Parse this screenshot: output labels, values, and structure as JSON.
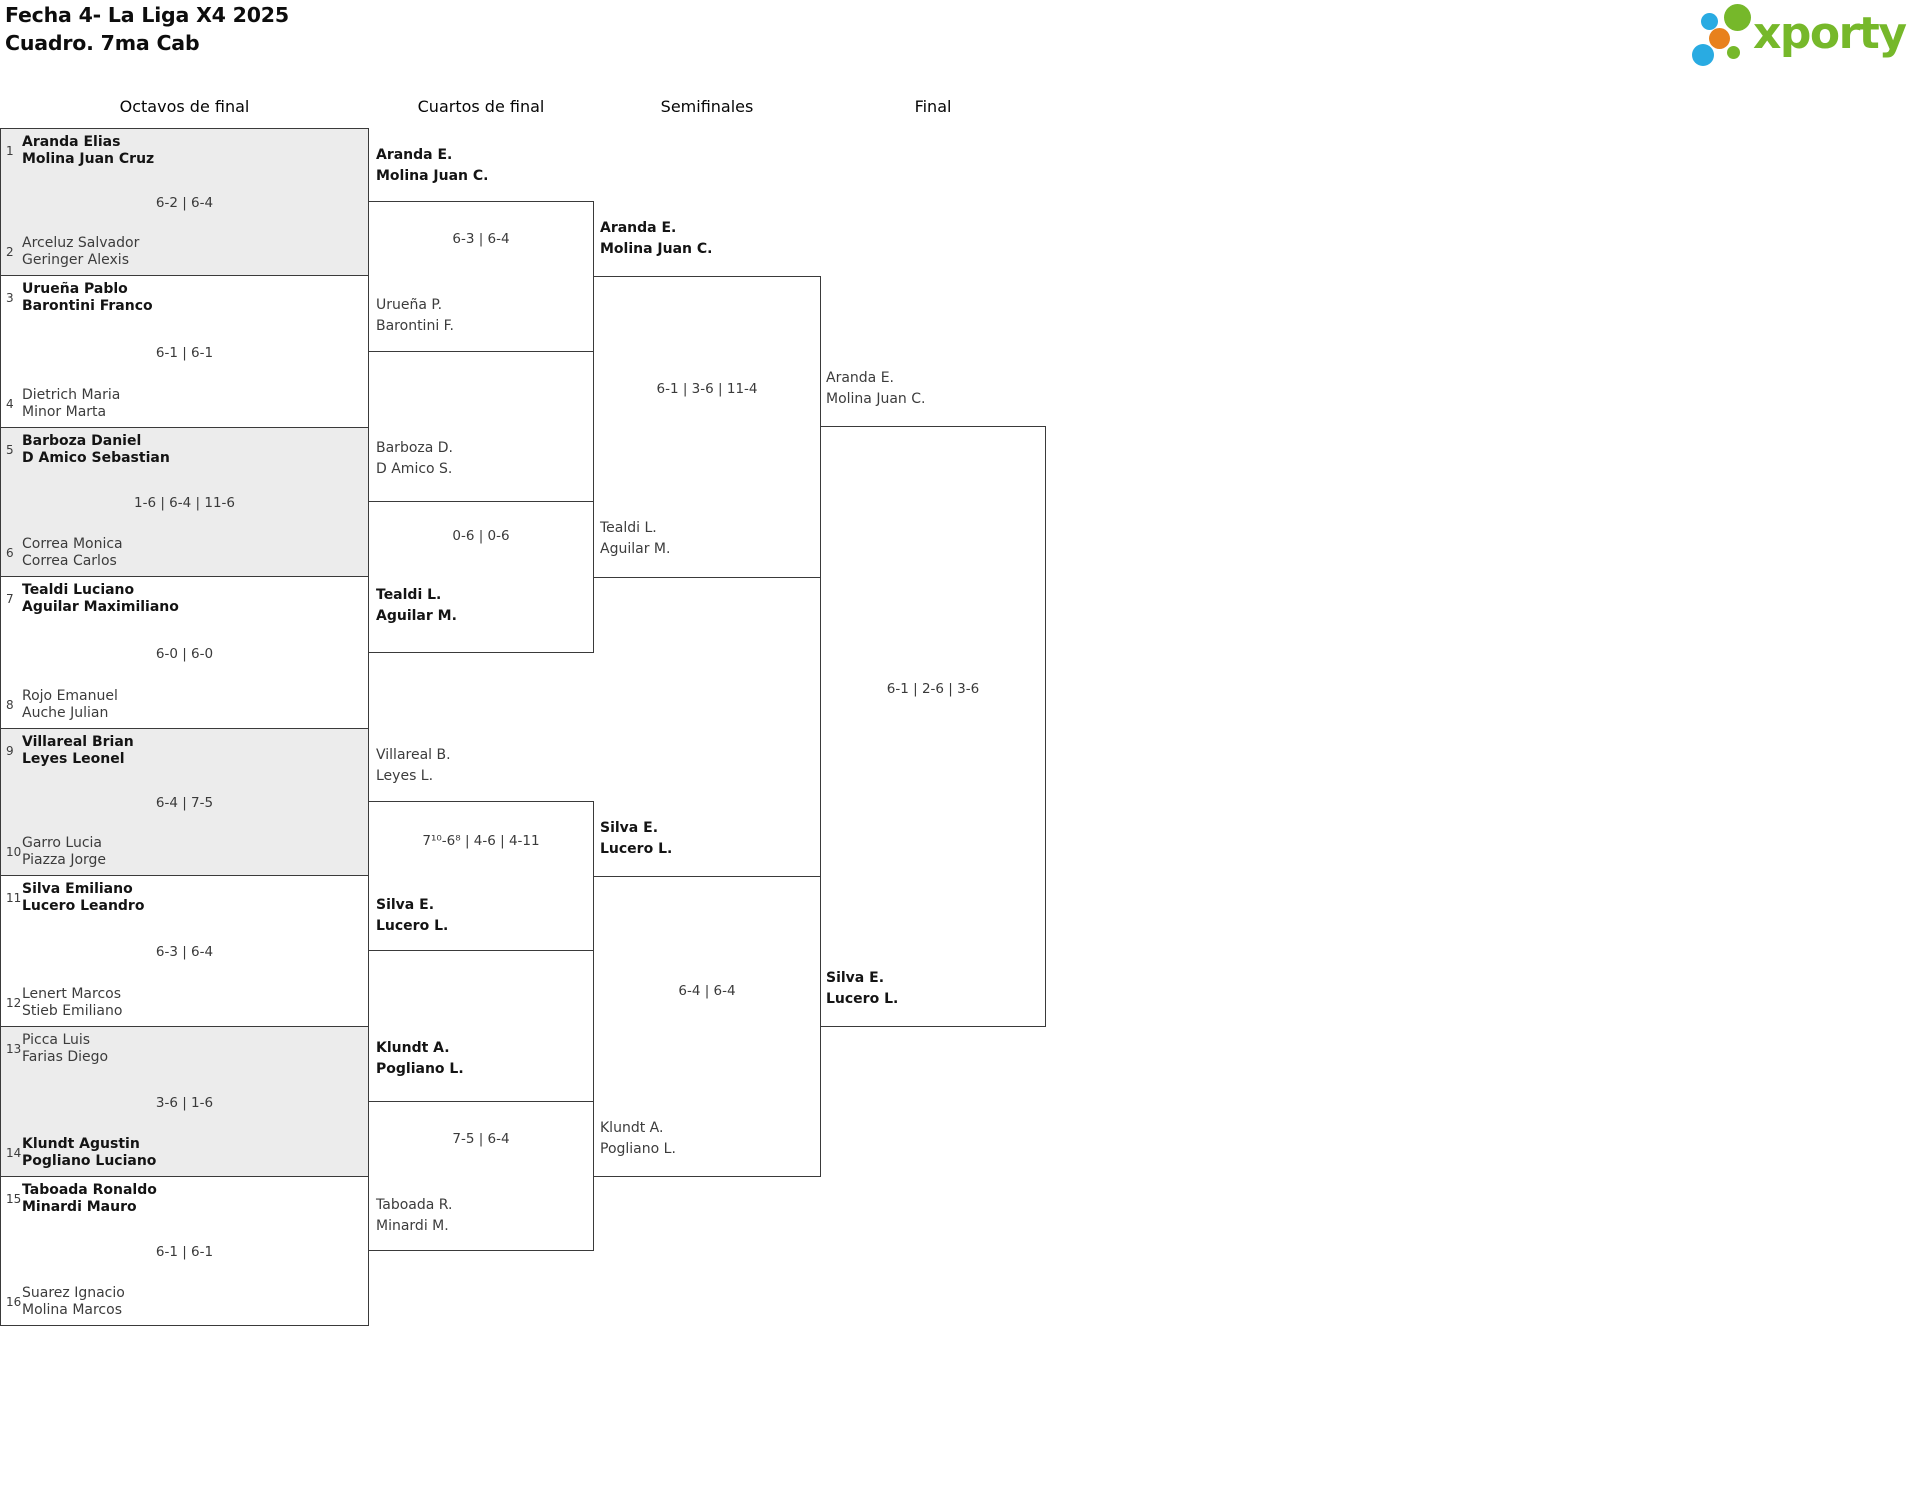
{
  "title": {
    "line1": "Fecha 4- La Liga X4 2025",
    "line2": "Cuadro. 7ma Cab"
  },
  "brand": {
    "name": "xporty",
    "logo_mark": "dot-cluster-logo",
    "colors": {
      "green": "#76b82a",
      "blue": "#29abe2",
      "orange": "#e8811c"
    }
  },
  "colors": {
    "shaded_row": "#ececec",
    "line": "#3a3a3a",
    "winner_text": "#141414",
    "text": "#3c3c3c"
  },
  "rounds": [
    "Octavos de final",
    "Cuartos de final",
    "Semifinales",
    "Final"
  ],
  "octavos": [
    {
      "shaded": true,
      "score": "6-2 | 6-4",
      "top": {
        "seed": "1",
        "players": [
          "Aranda Elias",
          "Molina Juan Cruz"
        ],
        "winner": true
      },
      "bottom": {
        "seed": "2",
        "players": [
          "Arceluz Salvador",
          "Geringer Alexis"
        ],
        "winner": false
      }
    },
    {
      "shaded": false,
      "score": "6-1 | 6-1",
      "top": {
        "seed": "3",
        "players": [
          "Urueña Pablo",
          "Barontini Franco"
        ],
        "winner": true
      },
      "bottom": {
        "seed": "4",
        "players": [
          "Dietrich Maria",
          "Minor Marta"
        ],
        "winner": false
      }
    },
    {
      "shaded": true,
      "score": "1-6 | 6-4 | 11-6",
      "top": {
        "seed": "5",
        "players": [
          "Barboza Daniel",
          "D Amico Sebastian"
        ],
        "winner": true
      },
      "bottom": {
        "seed": "6",
        "players": [
          "Correa Monica",
          "Correa Carlos"
        ],
        "winner": false
      }
    },
    {
      "shaded": false,
      "score": "6-0 | 6-0",
      "top": {
        "seed": "7",
        "players": [
          "Tealdi Luciano",
          "Aguilar Maximiliano"
        ],
        "winner": true
      },
      "bottom": {
        "seed": "8",
        "players": [
          "Rojo Emanuel",
          "Auche Julian"
        ],
        "winner": false
      }
    },
    {
      "shaded": true,
      "score": "6-4 | 7-5",
      "top": {
        "seed": "9",
        "players": [
          "Villareal Brian",
          "Leyes Leonel"
        ],
        "winner": true
      },
      "bottom": {
        "seed": "10",
        "players": [
          "Garro Lucia",
          "Piazza Jorge"
        ],
        "winner": false
      }
    },
    {
      "shaded": false,
      "score": "6-3 | 6-4",
      "top": {
        "seed": "11",
        "players": [
          "Silva Emiliano",
          "Lucero Leandro"
        ],
        "winner": true
      },
      "bottom": {
        "seed": "12",
        "players": [
          "Lenert Marcos",
          "Stieb Emiliano"
        ],
        "winner": false
      }
    },
    {
      "shaded": true,
      "score": "3-6 | 1-6",
      "top": {
        "seed": "13",
        "players": [
          "Picca Luis",
          "Farias Diego"
        ],
        "winner": false
      },
      "bottom": {
        "seed": "14",
        "players": [
          "Klundt Agustin",
          "Pogliano Luciano"
        ],
        "winner": true
      }
    },
    {
      "shaded": false,
      "score": "6-1 | 6-1",
      "top": {
        "seed": "15",
        "players": [
          "Taboada Ronaldo",
          "Minardi Mauro"
        ],
        "winner": true
      },
      "bottom": {
        "seed": "16",
        "players": [
          "Suarez Ignacio",
          "Molina Marcos"
        ],
        "winner": false
      }
    }
  ],
  "cuartos": [
    {
      "score": "6-3 | 6-4",
      "top": {
        "players": [
          "Aranda E.",
          "Molina Juan C."
        ],
        "winner": true
      },
      "bottom": {
        "players": [
          "Urueña P.",
          "Barontini F."
        ],
        "winner": false
      }
    },
    {
      "score": "0-6 | 0-6",
      "top": {
        "players": [
          "Barboza D.",
          "D Amico S."
        ],
        "winner": false
      },
      "bottom": {
        "players": [
          "Tealdi L.",
          "Aguilar M."
        ],
        "winner": true
      }
    },
    {
      "score": "7¹⁰-6⁸ | 4-6 | 4-11",
      "top": {
        "players": [
          "Villareal B.",
          "Leyes L."
        ],
        "winner": false
      },
      "bottom": {
        "players": [
          "Silva E.",
          "Lucero L."
        ],
        "winner": true
      }
    },
    {
      "score": "7-5 | 6-4",
      "top": {
        "players": [
          "Klundt A.",
          "Pogliano L."
        ],
        "winner": true
      },
      "bottom": {
        "players": [
          "Taboada R.",
          "Minardi M."
        ],
        "winner": false
      }
    }
  ],
  "semifinales": [
    {
      "score": "6-1 | 3-6 | 11-4",
      "top": {
        "players": [
          "Aranda E.",
          "Molina Juan C."
        ],
        "winner": true
      },
      "bottom": {
        "players": [
          "Tealdi L.",
          "Aguilar M."
        ],
        "winner": false
      }
    },
    {
      "score": "6-4 | 6-4",
      "top": {
        "players": [
          "Silva E.",
          "Lucero L."
        ],
        "winner": true
      },
      "bottom": {
        "players": [
          "Klundt A.",
          "Pogliano L."
        ],
        "winner": false
      }
    }
  ],
  "final_match": {
    "score": "6-1 | 2-6 | 3-6",
    "top": {
      "players": [
        "Aranda E.",
        "Molina Juan C."
      ],
      "winner": false
    },
    "bottom": {
      "players": [
        "Silva E.",
        "Lucero L."
      ],
      "winner": true
    }
  }
}
